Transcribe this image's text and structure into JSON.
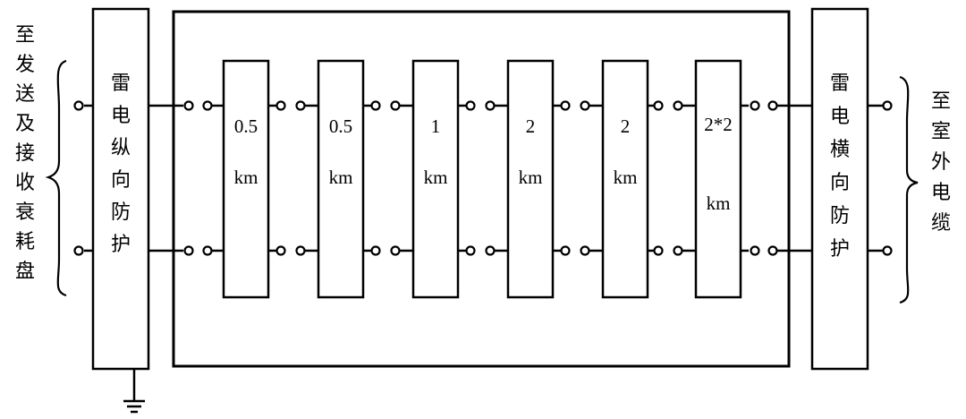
{
  "left_label": [
    "至",
    "发",
    "送",
    "及",
    "接",
    "收",
    "衰",
    "耗",
    "盘"
  ],
  "right_label": [
    "至",
    "室",
    "外",
    "电",
    "缆"
  ],
  "left_protector": [
    "雷",
    "电",
    "纵",
    "向",
    "防",
    "护"
  ],
  "right_protector": [
    "雷",
    "电",
    "横",
    "向",
    "防",
    "护"
  ],
  "sections": [
    {
      "value": "0.5",
      "unit": "km"
    },
    {
      "value": "0.5",
      "unit": "km"
    },
    {
      "value": "1",
      "unit": "km"
    },
    {
      "value": "2",
      "unit": "km"
    },
    {
      "value": "2",
      "unit": "km"
    },
    {
      "value": "2*2",
      "unit": "km"
    }
  ]
}
